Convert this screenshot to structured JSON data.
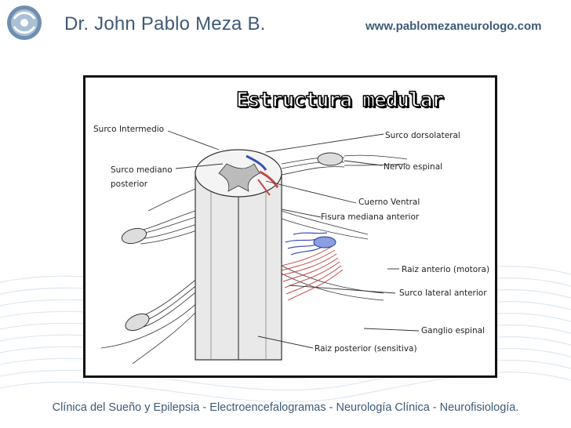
{
  "header": {
    "author": "Dr. John Pablo Meza B.",
    "website": "www.pablomezaneurologo.com"
  },
  "figure": {
    "title": "Estructura medular",
    "labels": {
      "surco_intermedio": "Surco Intermedio",
      "surco_dorsolateral": "Surco  dorsolateral",
      "nervio_espinal": "Nervio espinal",
      "surco_mediano_1": "Surco mediano",
      "surco_mediano_2": "posterior",
      "cuerno_ventral": "Cuerno Ventral",
      "fisura_mediana": "Fisura mediana anterior",
      "raiz_anterior": "Raiz anterio (motora)",
      "surco_lateral": "Surco lateral anterior",
      "ganglio_espinal": "Ganglio espinal",
      "raiz_posterior": "Raiz posterior (sensitiva)"
    }
  },
  "footer": {
    "text": "Clínica del Sueño y Epilepsia - Electroencefalogramas - Neurología Clínica - Neurofisiología."
  },
  "colors": {
    "brand_text": "#3c5a78",
    "wave": "#dbe6ef",
    "motor_root": "#c44b4b",
    "sensory_root": "#3a4fb8"
  }
}
